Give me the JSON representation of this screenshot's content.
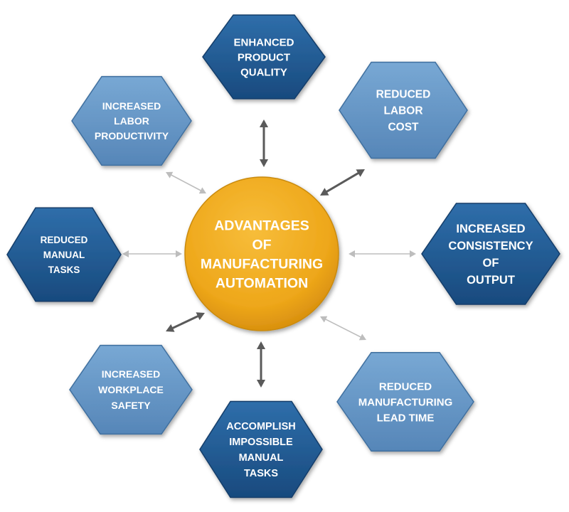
{
  "center": {
    "lines": [
      "ADVANTAGES",
      "OF",
      "MANUFACTURING",
      "AUTOMATION"
    ]
  },
  "nodes": [
    {
      "id": "enhanced-product-quality",
      "lines": [
        "ENHANCED",
        "PRODUCT",
        "QUALITY"
      ]
    },
    {
      "id": "reduced-labor-cost",
      "lines": [
        "REDUCED",
        "LABOR",
        "COST"
      ]
    },
    {
      "id": "increased-consistency-of-output",
      "lines": [
        "INCREASED",
        "CONSISTENCY",
        "OF",
        "OUTPUT"
      ]
    },
    {
      "id": "reduced-manufacturing-lead-time",
      "lines": [
        "REDUCED",
        "MANUFACTURING",
        "LEAD TIME"
      ]
    },
    {
      "id": "accomplish-impossible-manual-tasks",
      "lines": [
        "ACCOMPLISH",
        "IMPOSSIBLE",
        "MANUAL",
        "TASKS"
      ]
    },
    {
      "id": "increased-workplace-safety",
      "lines": [
        "INCREASED",
        "WORKPLACE",
        "SAFETY"
      ]
    },
    {
      "id": "reduced-manual-tasks",
      "lines": [
        "REDUCED",
        "MANUAL",
        "TASKS"
      ]
    },
    {
      "id": "increased-labor-productivity",
      "lines": [
        "INCREASED",
        "LABOR",
        "PRODUCTIVITY"
      ]
    }
  ],
  "colors": {
    "dark_hex": "#1f5a94",
    "light_hex": "#5f93c4",
    "center": "#f0a818",
    "arrow_dark": "#5a5a5a",
    "arrow_light": "#bdbdbd"
  }
}
